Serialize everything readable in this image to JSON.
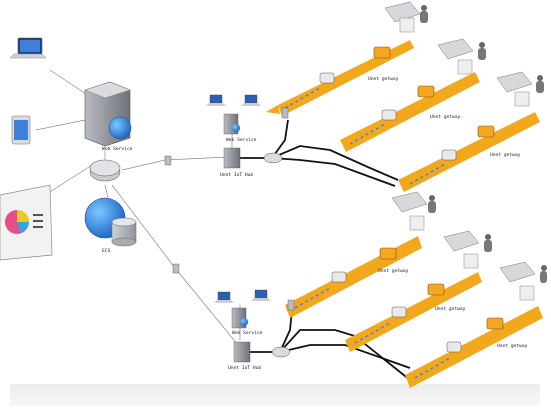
{
  "labels": {
    "web_service": "Web Service",
    "ecs": "ECS",
    "hub_top": "Unet IoT Hub",
    "hub_bottom": "Unet IoT Hub",
    "ws_top": "Web Service",
    "ws_bottom": "Web Service",
    "gw1": "Unet getway",
    "gw2": "Unet getway",
    "gw3": "Unet getway",
    "gw4": "Unet getway",
    "gw5": "Unet getway",
    "gw6": "Unet getway"
  },
  "colors": {
    "band": "#f2a81d",
    "band_dark": "#e08d0a",
    "device": "#f5a623",
    "globe": "#2f8de4",
    "line": "#111111",
    "thin_line": "#888888"
  },
  "icons": [
    "laptop-icon",
    "tablet-icon",
    "dashboard-icon",
    "server-icon",
    "globe-icon",
    "database-icon",
    "router-icon",
    "factory-icon",
    "worker-icon",
    "sensor-icon",
    "gateway-icon"
  ]
}
